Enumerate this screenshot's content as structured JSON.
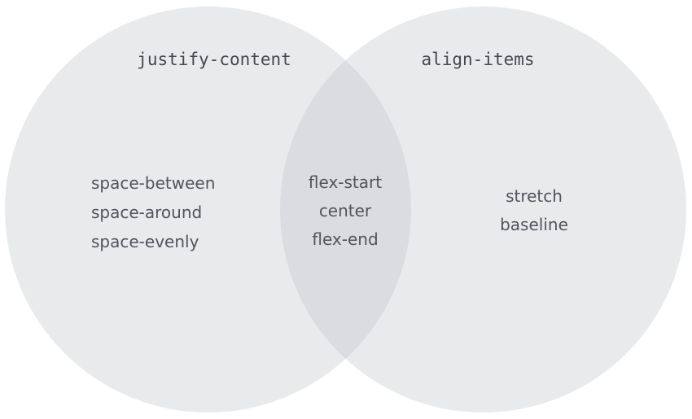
{
  "venn": {
    "left_circle": {
      "title": "justify-content",
      "values": [
        "space-between",
        "space-around",
        "space-evenly"
      ]
    },
    "right_circle": {
      "title": "align-items",
      "values": [
        "stretch",
        "baseline"
      ]
    },
    "intersection": {
      "values": [
        "flex-start",
        "center",
        "flex-end"
      ]
    },
    "colors": {
      "background": "#ffffff",
      "circle_fill": "rgba(195,197,202,0.36)",
      "circle_fill_flat": "#e9eaec",
      "intersection_fill_flat": "#dbdce0",
      "title_text": "#45484e",
      "value_text": "#51545b"
    }
  }
}
